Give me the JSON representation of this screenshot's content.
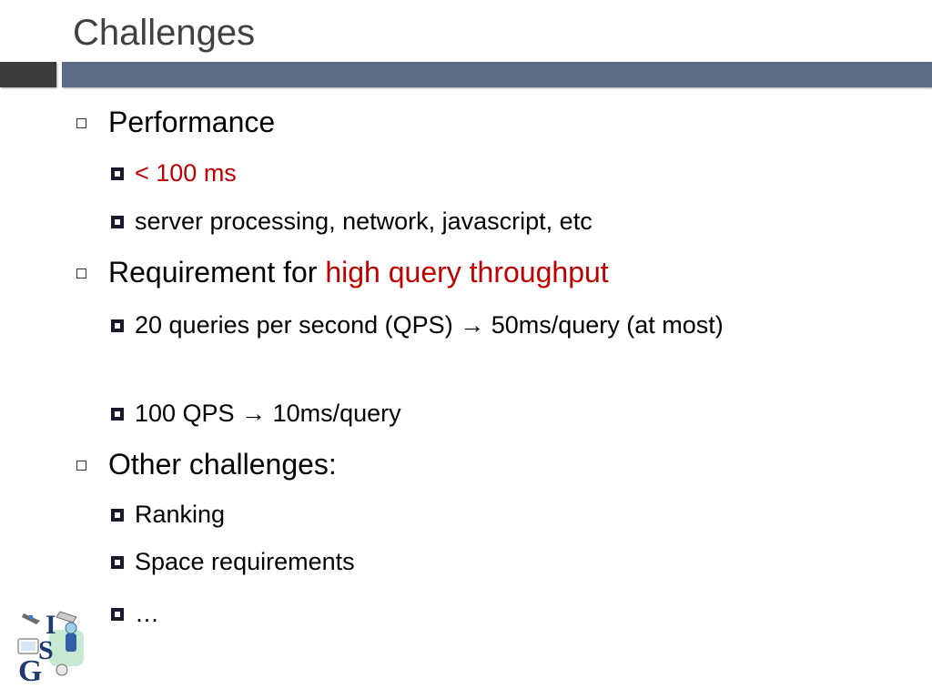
{
  "slide": {
    "title": "Challenges"
  },
  "bullets": {
    "performance": {
      "label": "Performance",
      "sub": {
        "latency": "< 100 ms",
        "components": "server processing, network, javascript, etc"
      }
    },
    "requirement": {
      "prefix": "Requirement for ",
      "highlight": "high query throughput",
      "sub": {
        "qps20_a": "20 queries per second (QPS) ",
        "qps20_arrow": "→",
        "qps20_b": " 50ms/query (at most)",
        "qps100_a": "100 QPS ",
        "qps100_arrow": "→",
        "qps100_b": " 10ms/query"
      }
    },
    "other": {
      "label": "Other challenges:",
      "sub": {
        "ranking": "Ranking",
        "space": "Space requirements",
        "ellipsis": "…"
      }
    }
  },
  "logo": {
    "letters": "ISG"
  },
  "colors": {
    "title": "#404040",
    "bar_dark": "#3a3a3a",
    "bar_blue": "#5c6a86",
    "highlight_red": "#c00000"
  }
}
